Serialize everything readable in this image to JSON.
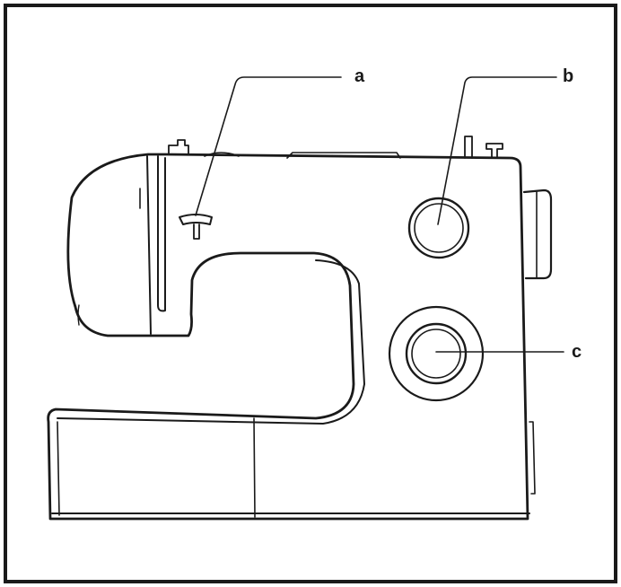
{
  "callouts": {
    "a": "a",
    "b": "b",
    "c": "c"
  },
  "colors": {
    "ink": "#1a1a1a",
    "background": "#ffffff"
  }
}
